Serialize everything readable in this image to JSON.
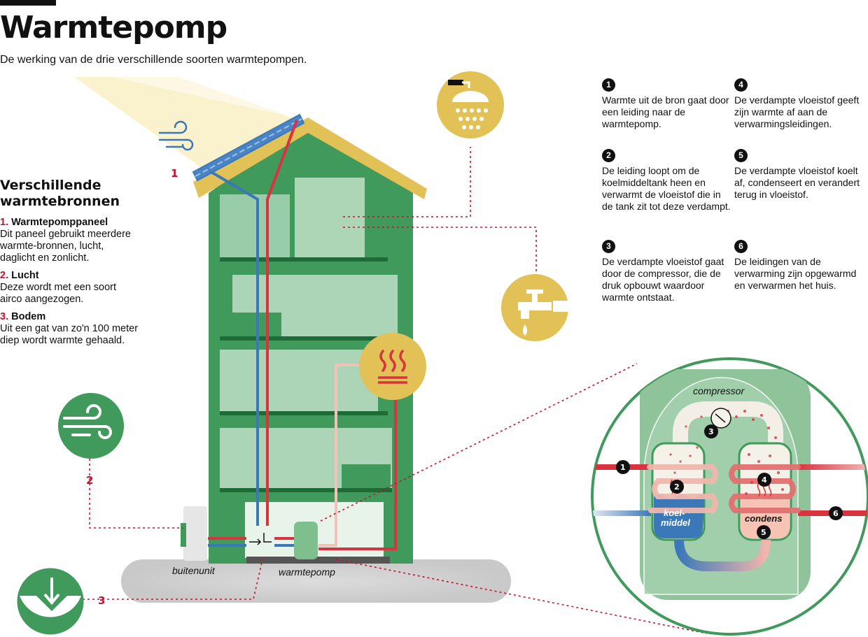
{
  "header": {
    "title": "Warmtepomp",
    "subtitle": "De werking van de drie verschillende soorten warmtepompen."
  },
  "sources": {
    "heading_line1": "Verschillende",
    "heading_line2": "warmtebronnen",
    "items": [
      {
        "num": "1.",
        "name": "Warmtepomppaneel",
        "text": "Dit paneel gebruikt meerdere warmte-bronnen, lucht, daglicht en zonlicht."
      },
      {
        "num": "2.",
        "name": "Lucht",
        "text": "Deze wordt met een soort airco aangezogen."
      },
      {
        "num": "3.",
        "name": "Bodem",
        "text": "Uit een gat van zo'n 100 meter diep wordt warmte gehaald."
      }
    ]
  },
  "steps": [
    {
      "num": "1",
      "text": "Warmte uit de bron gaat door een leiding naar de warmtepomp."
    },
    {
      "num": "2",
      "text": "De leiding loopt om de koelmiddeltank heen en verwarmt de vloeistof die in de tank zit tot deze verdampt."
    },
    {
      "num": "3",
      "text": "De verdampte vloeistof gaat door de compressor, die de druk opbouwt waardoor warmte ontstaat."
    },
    {
      "num": "4",
      "text": "De verdampte vloeistof geeft zijn warmte af aan de verwarmingsleidingen."
    },
    {
      "num": "5",
      "text": "De verdampte vloeistof koelt af, condenseert en verandert terug in vloeistof."
    },
    {
      "num": "6",
      "text": "De leidingen van de verwarming zijn opgewarmd en verwarmen het huis."
    }
  ],
  "diagram": {
    "marker1": "1",
    "marker2": "2",
    "marker3": "3",
    "buitenunit": "buitenunit",
    "warmtepomp": "warmtepomp",
    "compressor": "compressor",
    "koel1": "koel-",
    "koel2": "middel",
    "condens": "condens",
    "b1": "1",
    "b2": "2",
    "b3": "3",
    "b4": "4",
    "b5": "5",
    "b6": "6"
  },
  "colors": {
    "building_green": "#3f9a5c",
    "yellow": "#e2c257",
    "red_pipe": "#d9333f",
    "blue_pipe": "#3b78b8",
    "accent_red": "#c8102e"
  }
}
